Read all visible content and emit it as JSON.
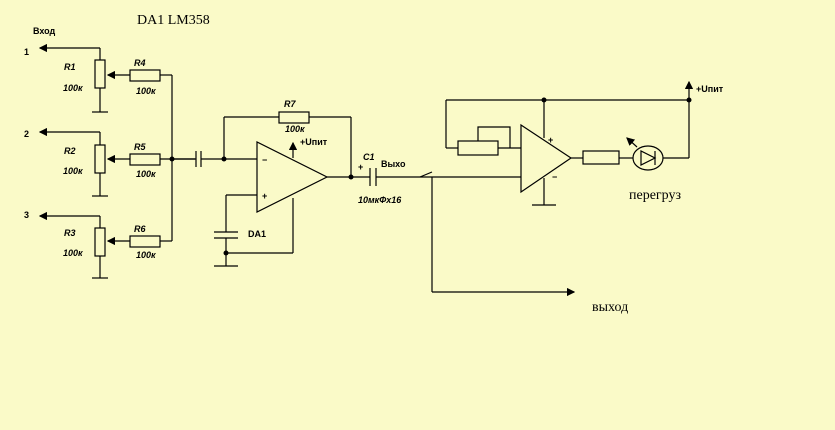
{
  "title": "DA1 LM358",
  "input_label": "Вход",
  "inputs": [
    "1",
    "2",
    "3"
  ],
  "pots": [
    "R1",
    "R2",
    "R3"
  ],
  "pot_values": [
    "100к",
    "100к",
    "100к"
  ],
  "resistors": [
    "R4",
    "R5",
    "R6"
  ],
  "resistor_values": [
    "100к",
    "100к",
    "100к"
  ],
  "feedback": {
    "name": "R7",
    "value": "100к"
  },
  "opamp": {
    "name": "DA1",
    "supply": "+Uпит",
    "minus": "−",
    "plus": "+"
  },
  "cap": {
    "name": "C1",
    "value": "10мкФх16"
  },
  "out_label_short": "Выхо",
  "out_label": "выход",
  "overload": {
    "supply": "+Uпит",
    "label": "перегруз"
  }
}
